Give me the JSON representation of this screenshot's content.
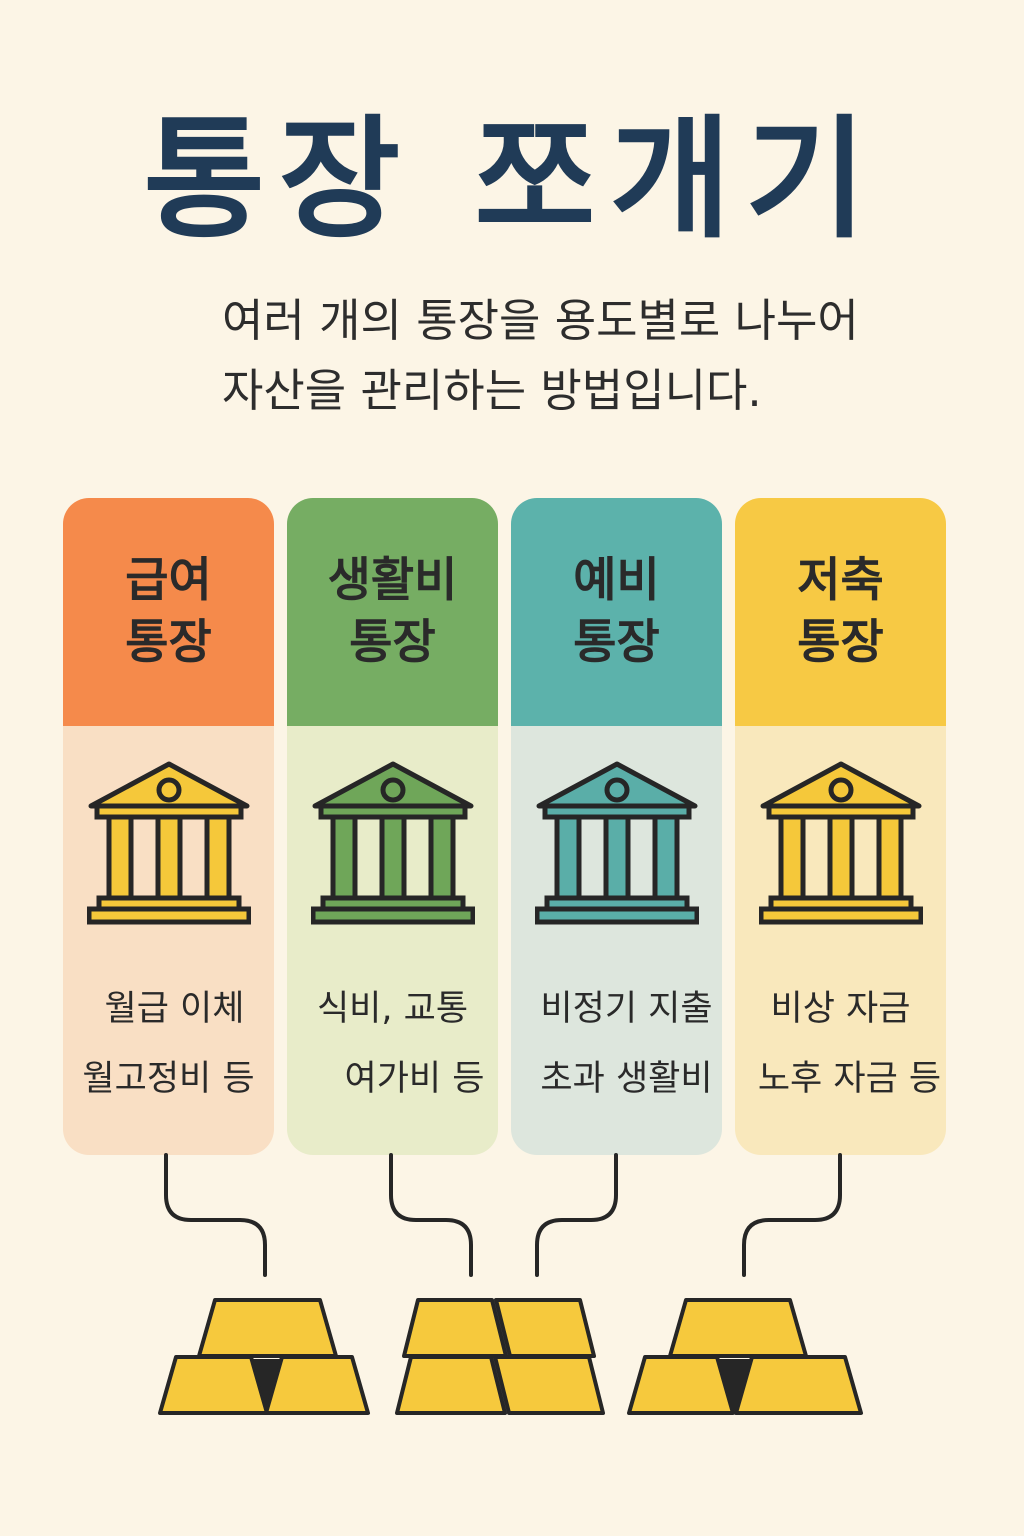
{
  "title": "통장 쪼개기",
  "subtitle": {
    "line1": "여러 개의 통장을 용도별로 나누어",
    "line2": "자산을 관리하는 방법입니다."
  },
  "accounts": [
    {
      "name_line1": "급여",
      "name_line2": "통장",
      "desc_line1": "월급 이체",
      "desc_line2": "월고정비 등",
      "header_color": "#f58a4b",
      "body_color": "#f9dfc4",
      "icon_color": "#f5c83a",
      "icon": "bank-icon"
    },
    {
      "name_line1": "생활비",
      "name_line2": "통장",
      "desc_line1": "식비, 교통",
      "desc_line2": "여가비 등",
      "header_color": "#76ad63",
      "body_color": "#e8ecc9",
      "icon_color": "#6fa659",
      "icon": "bank-icon"
    },
    {
      "name_line1": "예비",
      "name_line2": "통장",
      "desc_line1": "비정기 지출",
      "desc_line2": "초과 생활비",
      "header_color": "#5cb2ab",
      "body_color": "#dde6dd",
      "icon_color": "#5aaea8",
      "icon": "bank-icon"
    },
    {
      "name_line1": "저축",
      "name_line2": "통장",
      "desc_line1": "비상 자금",
      "desc_line2": "노후 자금 등",
      "header_color": "#f7c944",
      "body_color": "#f9e8bc",
      "icon_color": "#f5c83a",
      "icon": "bank-icon"
    }
  ],
  "gold_color": "#f6c93d",
  "outline_color": "#262626"
}
